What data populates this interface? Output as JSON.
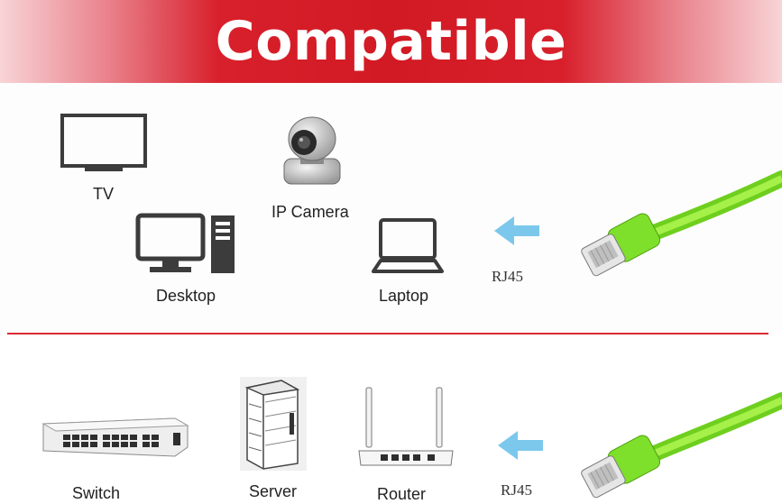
{
  "banner": {
    "title": "Compatible"
  },
  "devices_top": {
    "tv": "TV",
    "ip_camera": "IP Camera",
    "desktop": "Desktop",
    "laptop": "Laptop"
  },
  "devices_bottom": {
    "switch": "Switch",
    "server": "Server",
    "router": "Router"
  },
  "connector_top": "RJ45",
  "connector_bottom": "RJ45",
  "colors": {
    "banner_red": "#d21a24",
    "arrow_blue": "#7cc8ec",
    "cable_green": "#8ee82a"
  },
  "icons": [
    "tv-icon",
    "ip-camera-icon",
    "desktop-icon",
    "laptop-icon",
    "switch-icon",
    "server-icon",
    "router-icon",
    "arrow-left-icon",
    "rj45-cable-icon"
  ]
}
